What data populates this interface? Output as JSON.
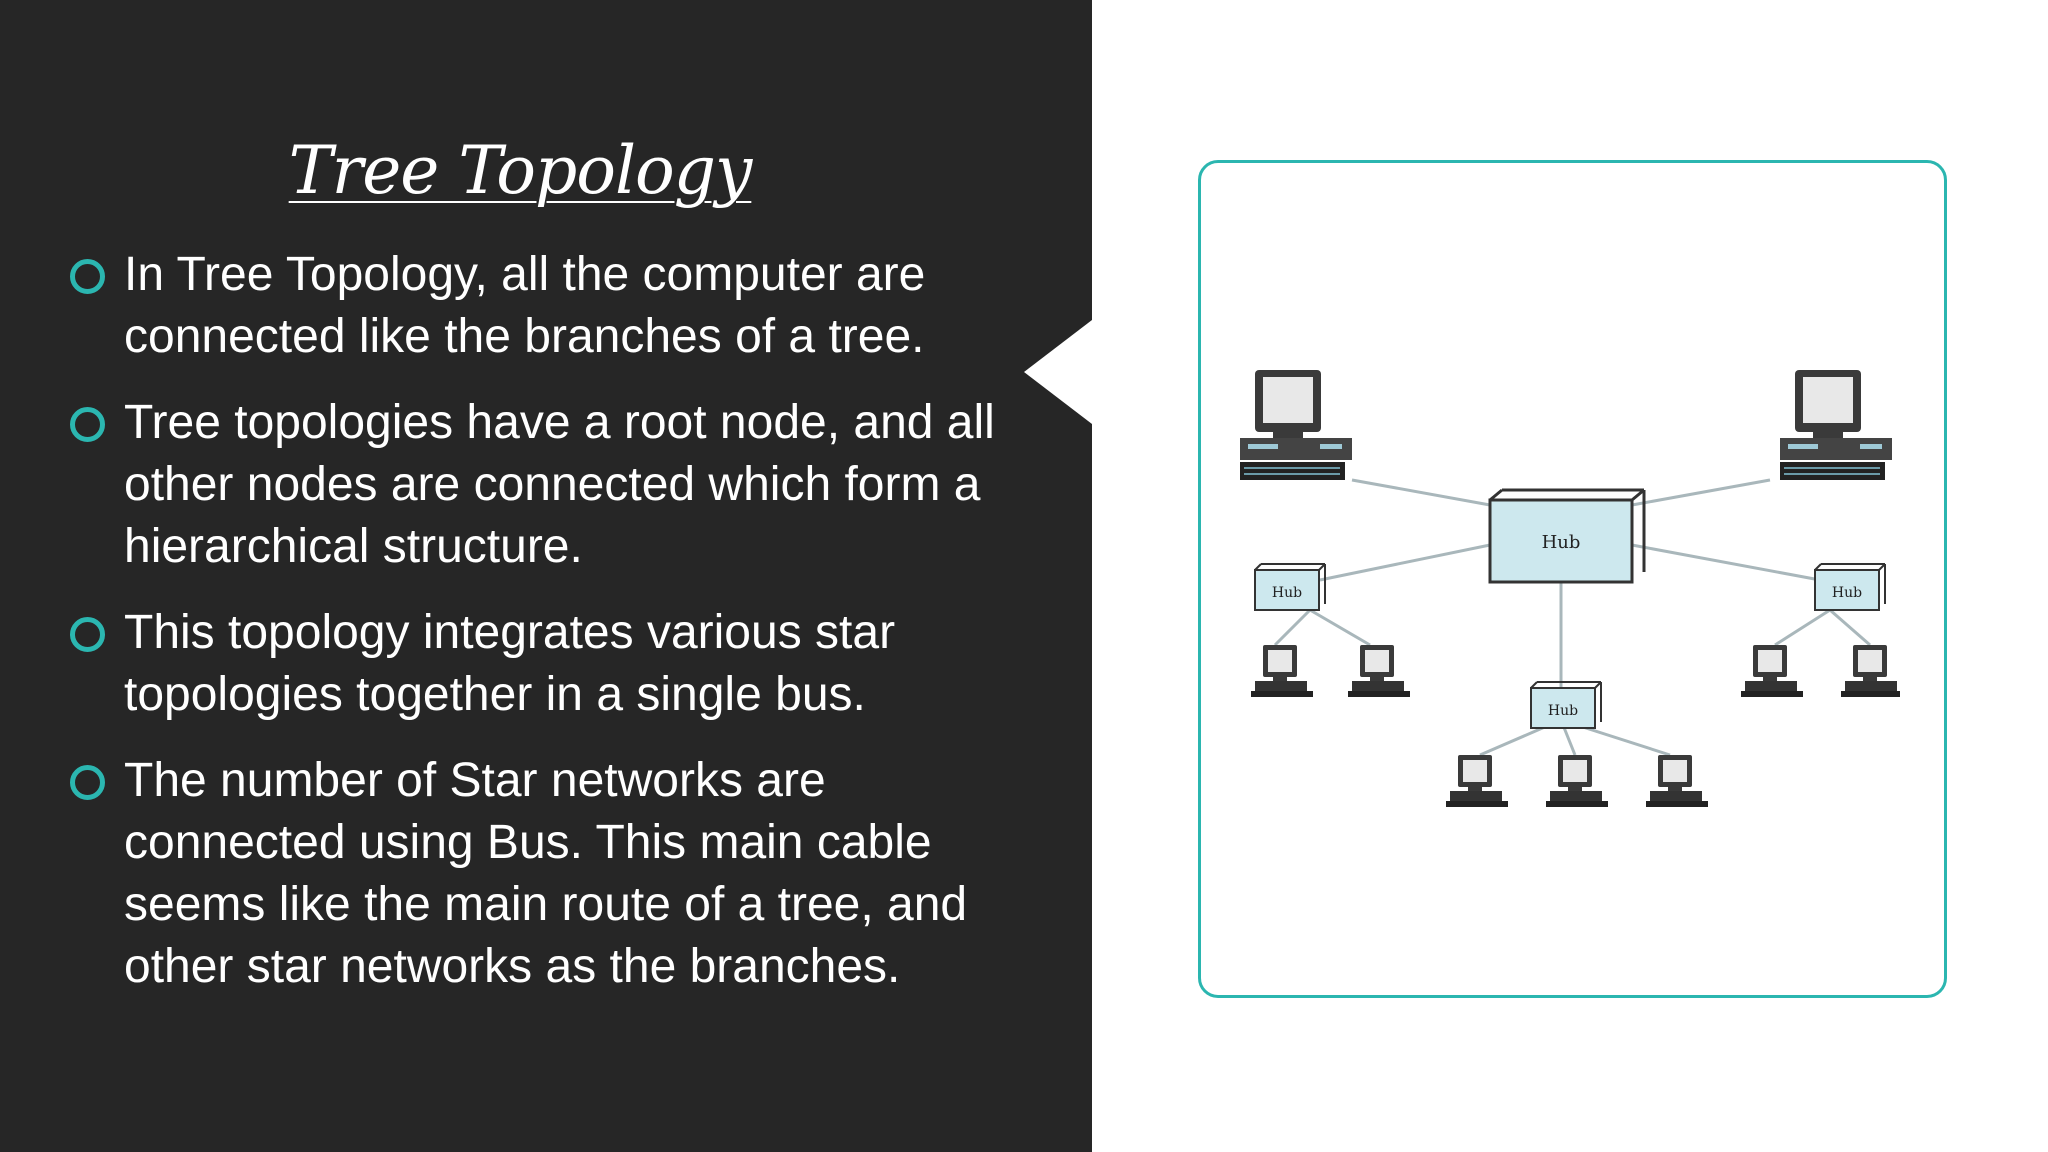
{
  "slide": {
    "title": "Tree Topology",
    "bullets": [
      "In Tree Topology, all the computer are connected like the branches of a tree.",
      "Tree topologies have a root node, and all other nodes are connected which form a hierarchical structure.",
      "This topology integrates various star topologies together in a single bus.",
      "The number of Star networks are connected using Bus. This main cable seems like the main route of a tree, and other star networks as the branches."
    ]
  },
  "diagram": {
    "hub_label": "Hub",
    "colors": {
      "accent": "#2bb6b0",
      "panel": "#262626",
      "hub_fill": "#cde8ee"
    }
  }
}
